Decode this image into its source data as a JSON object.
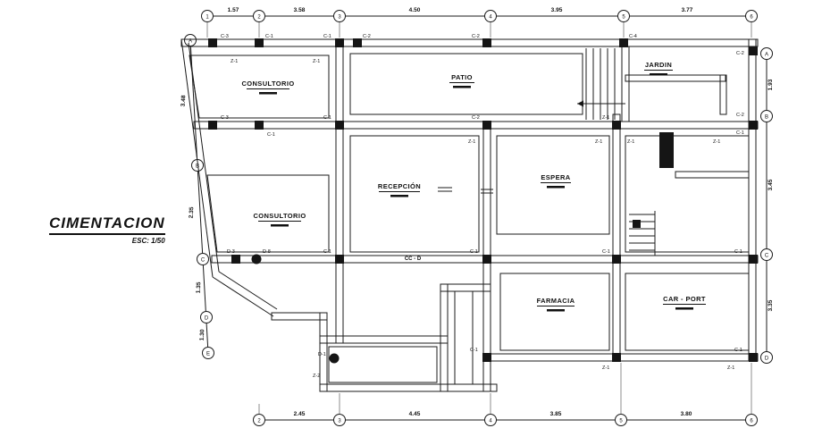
{
  "title": {
    "text": "CIMENTACION",
    "scale": "ESC: 1/50"
  },
  "rooms": [
    {
      "name": "CONSULTORIO"
    },
    {
      "name": "PATIO"
    },
    {
      "name": "JARDIN"
    },
    {
      "name": "RECEPCIÓN"
    },
    {
      "name": "ESPERA"
    },
    {
      "name": "CONSULTORIO"
    },
    {
      "name": "FARMACIA"
    },
    {
      "name": "CAR - PORT"
    }
  ],
  "section_label": "CC - D",
  "grid": {
    "top": [
      "1",
      "2",
      "3",
      "4",
      "5",
      "6"
    ],
    "bottom": [
      "2",
      "3",
      "4",
      "5",
      "6"
    ],
    "left": [
      "A",
      "B",
      "C",
      "D",
      "E"
    ],
    "right": [
      "A",
      "B",
      "C",
      "D"
    ]
  },
  "dims": {
    "top": [
      "1.57",
      "3.58",
      "4.50",
      "3.95",
      "3.77"
    ],
    "bottom": [
      "2.45",
      "4.45",
      "3.85",
      "3.80"
    ],
    "left": [
      "3.48",
      "2.35",
      "1.35",
      "1.30"
    ],
    "right": [
      "1.93",
      "3.45",
      "3.35"
    ]
  },
  "tags": [
    "C-3",
    "C-1",
    "C-1",
    "C-2",
    "C-2",
    "C-4",
    "C-2",
    "Z-1",
    "Z-1",
    "C-3",
    "C-1",
    "C-1",
    "C-2",
    "Z-1",
    "Z-1",
    "Z-1",
    "Z-1",
    "C-2",
    "C-1",
    "Z-1",
    "D-3",
    "D-8",
    "C-1",
    "C-1",
    "C-1",
    "C-1",
    "D-1",
    "C-1",
    "Z-1",
    "Z-1",
    "C-1",
    "Z-2"
  ]
}
